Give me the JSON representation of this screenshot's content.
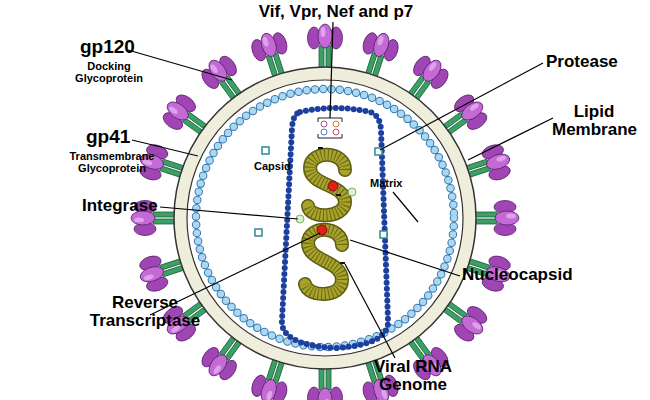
{
  "diagram": {
    "labels": [
      "Vif, Vpr, Nef and p7",
      "gp120",
      "Docking Glycoprotein",
      "Protease",
      "Lipid Membrane",
      "gp41",
      "Transmembrane Glycoprotein",
      "Capsid",
      "Matrix",
      "Integrase",
      "Nucleocapsid",
      "Reverse Transcriptase",
      "Viral RNA Genome"
    ]
  }
}
